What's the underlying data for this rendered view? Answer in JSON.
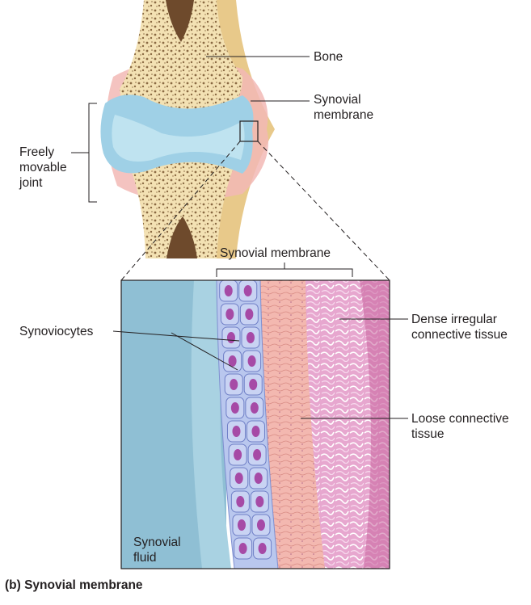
{
  "labels": {
    "bone": "Bone",
    "synovial_membrane_top_1": "Synovial",
    "synovial_membrane_top_2": "membrane",
    "freely_movable_joint": "Freely\nmovable\njoint",
    "synovial_membrane_bracket": "Synovial membrane",
    "synoviocytes": "Synoviocytes",
    "dense_irregular": "Dense irregular\nconnective tissue",
    "loose_connective": "Loose connective\ntissue",
    "synovial_fluid": "Synovial\nfluid"
  },
  "caption": "(b) Synovial membrane",
  "colors": {
    "bone": "#f3e1b3",
    "spongy_bone": "#8a6a43",
    "marrow": "#6e4a2c",
    "cartilage": "#9fd0e6",
    "joint_cavity": "#bfe3f0",
    "capsule": "#f2b9b5",
    "fluid": "#8fbfd4",
    "synoviocyte_layer": "#b9c7ee",
    "synoviocyte_nucleus": "#a64aa6",
    "loose_tissue": "#f3b8b0",
    "dense_tissue": "#dd8fbf",
    "line": "#231f20"
  }
}
